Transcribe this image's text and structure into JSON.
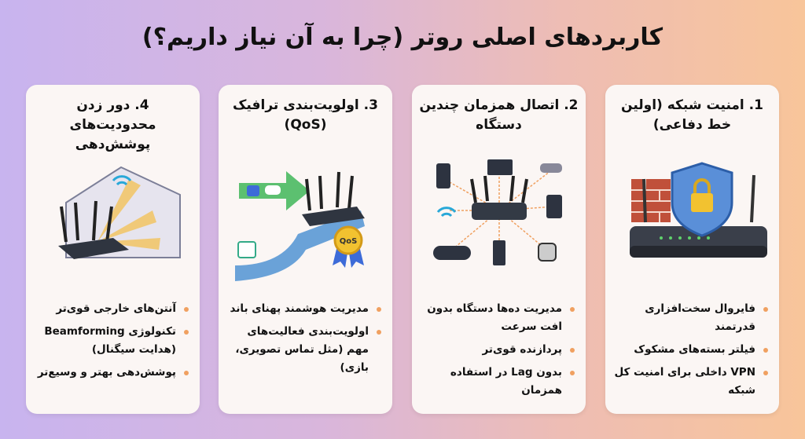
{
  "title": "کاربردهای اصلی روتر (چرا به آن نیاز داریم؟)",
  "cards": [
    {
      "title": "1. امنیت شبکه (اولین خط دفاعی)",
      "icons": [
        "firewall-icon",
        "shield-lock-icon",
        "router-icon"
      ],
      "items": [
        "فایروال سخت‌افزاری قدرتمند",
        "فیلتر بسته‌های مشکوک",
        "VPN داخلی برای امنیت کل شبکه"
      ]
    },
    {
      "title": "2. اتصال همزمان چندین دستگاه",
      "icons": [
        "router-icon",
        "phone-icon",
        "laptop-icon",
        "camera-icon",
        "tablet-icon",
        "gamepad-icon",
        "console-icon",
        "smart-speaker-icon",
        "wifi-icon"
      ],
      "items": [
        "مدیریت ده‌ها دستگاه بدون افت سرعت",
        "پردازنده قوی‌تر",
        "بدون Lag در استفاده همزمان"
      ]
    },
    {
      "title": "3. اولویت‌بندی ترافیک (QoS)",
      "icons": [
        "router-icon",
        "video-call-icon",
        "gamepad-icon",
        "download-icon",
        "qos-badge-icon"
      ],
      "badge": "QoS",
      "items": [
        "مدیریت هوشمند پهنای باند",
        "اولویت‌بندی فعالیت‌های مهم (مثل تماس تصویری، بازی)"
      ]
    },
    {
      "title": "4. دور زدن محدودیت‌های پوشش‌دهی",
      "icons": [
        "router-icon",
        "house-icon",
        "wifi-icon",
        "beam-icon"
      ],
      "items": [
        "آنتن‌های خارجی قوی‌تر",
        "تکنولوژی Beamforming (هدایت سیگنال)",
        "پوشش‌دهی بهتر و وسیع‌تر"
      ]
    }
  ],
  "colors": {
    "bullet": "#f0a060",
    "card": "#fbf6f4",
    "bg_left": "#c8b4ef",
    "bg_right": "#f8c59a"
  }
}
